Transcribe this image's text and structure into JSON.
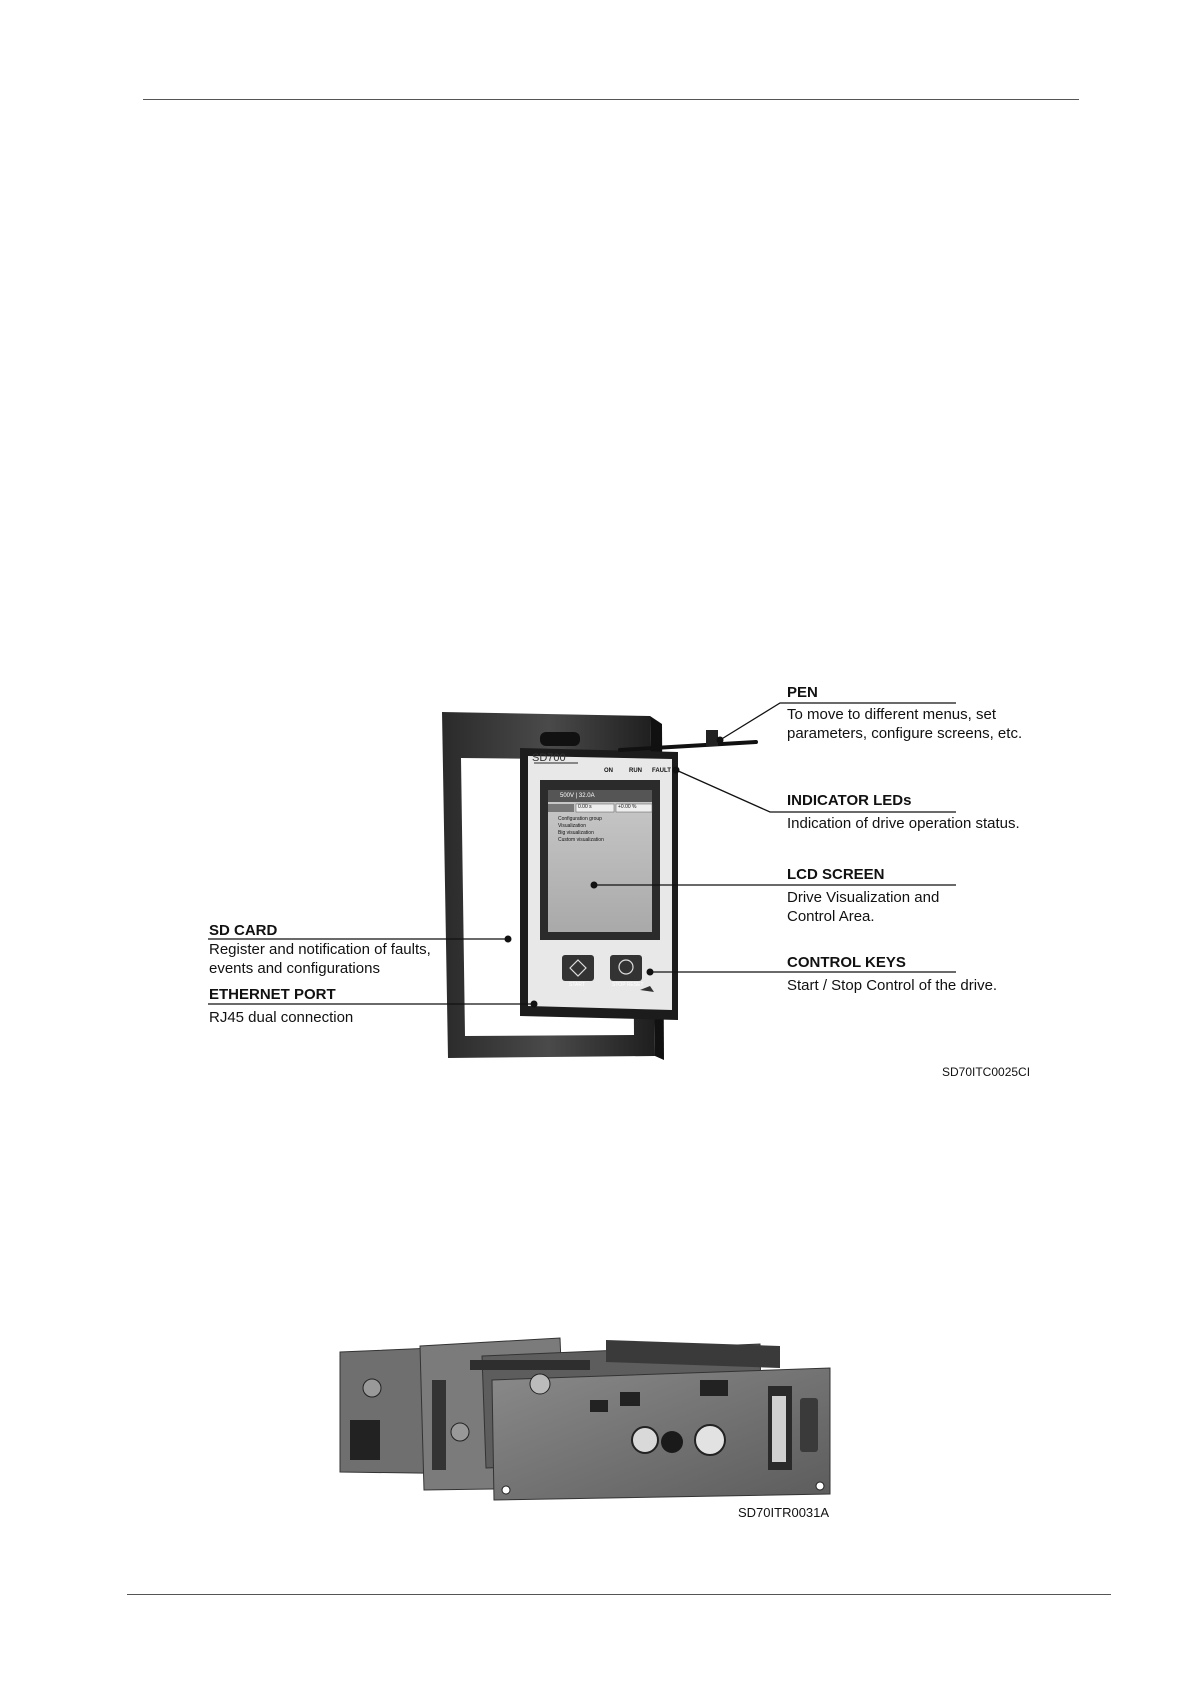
{
  "figure1": {
    "callouts": {
      "pen": {
        "head": "PEN",
        "desc1": "To move to different menus, set",
        "desc2": "parameters, configure screens, etc."
      },
      "leds": {
        "head": "INDICATOR LEDs",
        "desc": "Indication of drive operation status."
      },
      "lcd": {
        "head": "LCD SCREEN",
        "desc1": "Drive Visualization and",
        "desc2": "Control Area."
      },
      "keys": {
        "head": "CONTROL KEYS",
        "desc": "Start / Stop Control of the drive."
      },
      "sd": {
        "head": "SD CARD",
        "desc1": "Register and notification of faults,",
        "desc2": "events and configurations"
      },
      "eth": {
        "head": "ETHERNET PORT",
        "desc": "RJ45 dual connection"
      }
    },
    "device": {
      "model": "SD700",
      "leds": [
        "ON",
        "RUN",
        "FAULT"
      ],
      "screen_header": "500V  |  32.0A",
      "screen_fields": [
        "0.00 s",
        "+0.00 %"
      ],
      "screen_menu": [
        "Configuration group",
        "Visualization",
        "Big visualization",
        "Custom visualization"
      ],
      "start_label": "START",
      "stop_label": "STOP RESET"
    },
    "code": "SD70ITC0025CI"
  },
  "figure2": {
    "code": "SD70ITR0031A"
  }
}
